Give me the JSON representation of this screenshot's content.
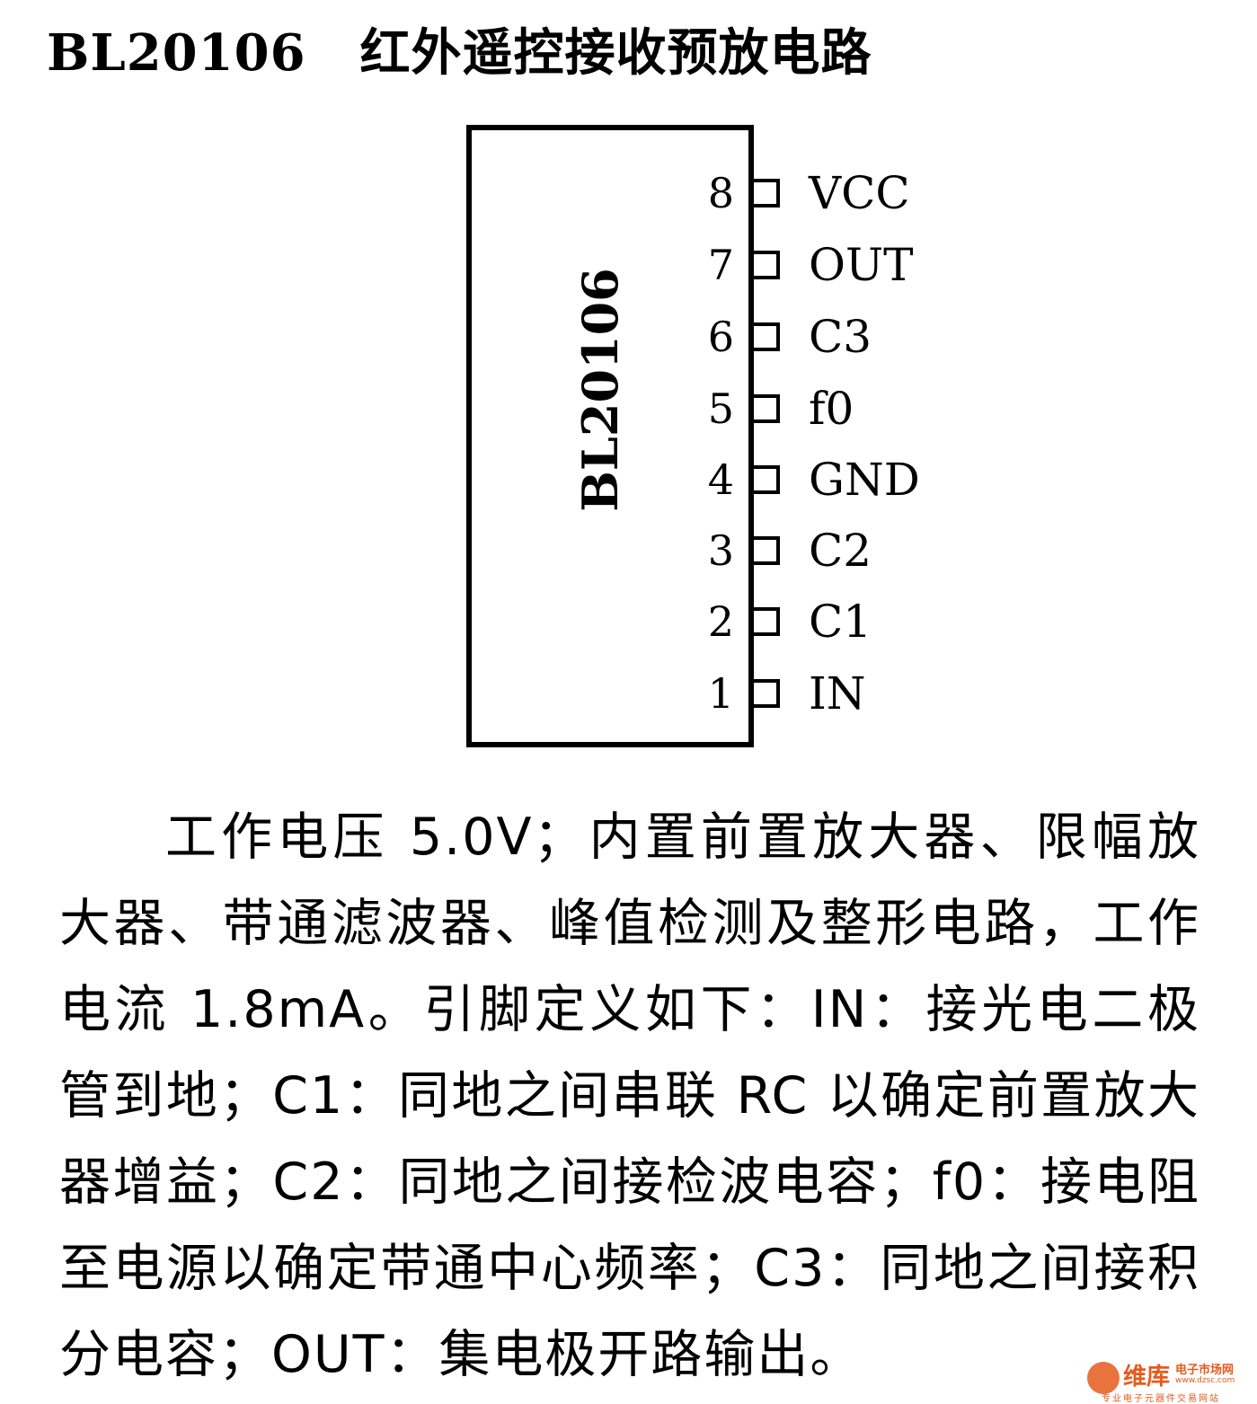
{
  "title": {
    "part": "BL20106",
    "name": "红外遥控接收预放电路"
  },
  "chip": {
    "label": "BL20106",
    "pins": [
      {
        "num": "8",
        "name": "VCC"
      },
      {
        "num": "7",
        "name": "OUT"
      },
      {
        "num": "6",
        "name": "C3"
      },
      {
        "num": "5",
        "name": "f0"
      },
      {
        "num": "4",
        "name": "GND"
      },
      {
        "num": "3",
        "name": "C2"
      },
      {
        "num": "2",
        "name": "C1"
      },
      {
        "num": "1",
        "name": "IN"
      }
    ]
  },
  "description": "工作电压 5.0V；内置前置放大器、限幅放大器、带通滤波器、峰值检测及整形电路，工作电流 1.8mA。引脚定义如下：IN：接光电二极管到地；C1：同地之间串联 RC 以确定前置放大器增益；C2：同地之间接检波电容；f0：接电阻至电源以确定带通中心频率；C3：同地之间接积分电容；OUT：集电极开路输出。",
  "watermark": {
    "brand": "维库",
    "market": "电子市场网",
    "url": "www.dzsc.com",
    "tagline": "专业电子元器件交易网站"
  }
}
